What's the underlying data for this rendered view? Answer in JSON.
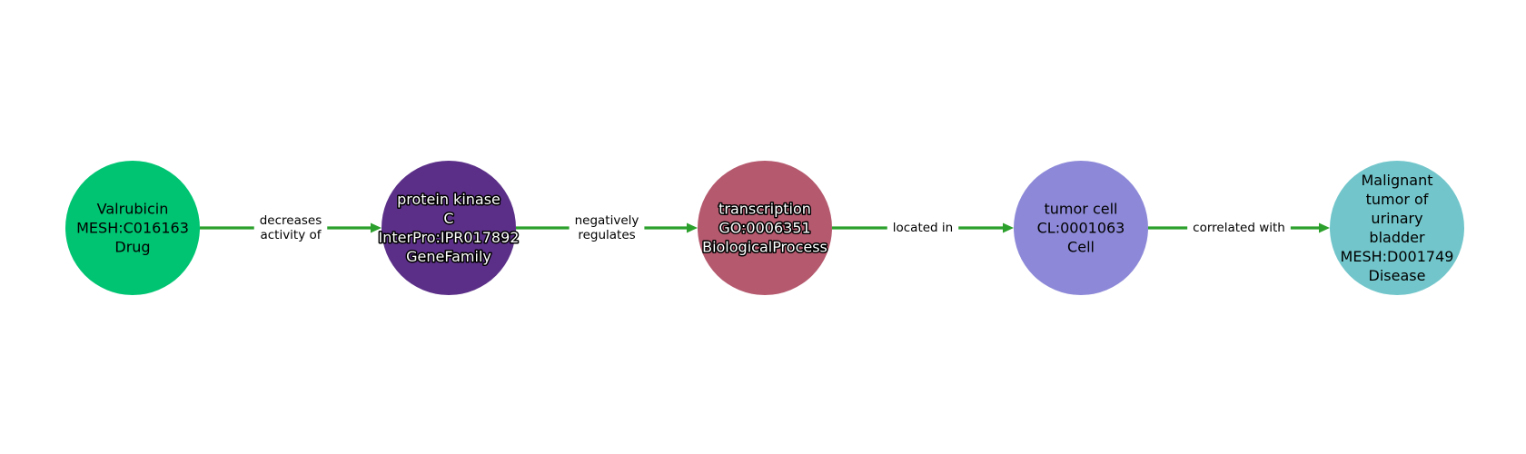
{
  "edge_color": "#2ca02c",
  "nodes": [
    {
      "id": "n1",
      "lines": [
        "Valrubicin",
        "MESH:C016163",
        "Drug"
      ],
      "color": "#00c472",
      "text_style": "dark"
    },
    {
      "id": "n2",
      "lines": [
        "protein kinase",
        "C",
        "InterPro:IPR017892",
        "GeneFamily"
      ],
      "color": "#5b2f88",
      "text_style": "light"
    },
    {
      "id": "n3",
      "lines": [
        "transcription",
        "GO:0006351",
        "BiologicalProcess"
      ],
      "color": "#b5596e",
      "text_style": "light"
    },
    {
      "id": "n4",
      "lines": [
        "tumor cell",
        "CL:0001063",
        "Cell"
      ],
      "color": "#8d89d8",
      "text_style": "dark"
    },
    {
      "id": "n5",
      "lines": [
        "Malignant",
        "tumor of",
        "urinary",
        "bladder",
        "MESH:D001749",
        "Disease"
      ],
      "color": "#72c6cb",
      "text_style": "dark"
    }
  ],
  "edges": [
    {
      "from": "n1",
      "to": "n2",
      "lines": [
        "decreases",
        "activity of"
      ]
    },
    {
      "from": "n2",
      "to": "n3",
      "lines": [
        "negatively",
        "regulates"
      ]
    },
    {
      "from": "n3",
      "to": "n4",
      "lines": [
        "located in"
      ]
    },
    {
      "from": "n4",
      "to": "n5",
      "lines": [
        "correlated with"
      ]
    }
  ]
}
